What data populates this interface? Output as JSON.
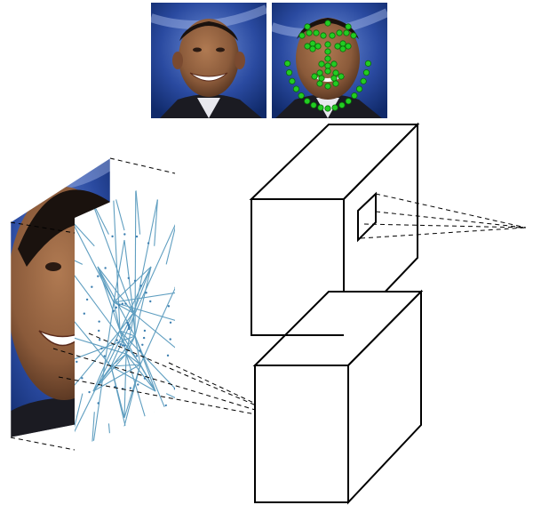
{
  "colors": {
    "background": "#ffffff",
    "line": "#000000",
    "landmark": "#22cc22",
    "landmark_edge": "#0a6a0a",
    "mesh": "#5f9ec0",
    "photo_backdrop": "#1c3a86",
    "skin": "#8a5a3c",
    "suit": "#1b1b22"
  },
  "figures": {
    "face_photo": {
      "subject": "smiling-man-portrait"
    },
    "face_landmarks": {
      "subject": "facial-landmark-points",
      "marker": "green-dots"
    },
    "warped_face": {
      "subject": "face-with-triangulation-mesh"
    },
    "cubes": {
      "count": 2,
      "style": "wireframe-3d-box"
    },
    "projection": {
      "style": "dashed-rays"
    }
  }
}
